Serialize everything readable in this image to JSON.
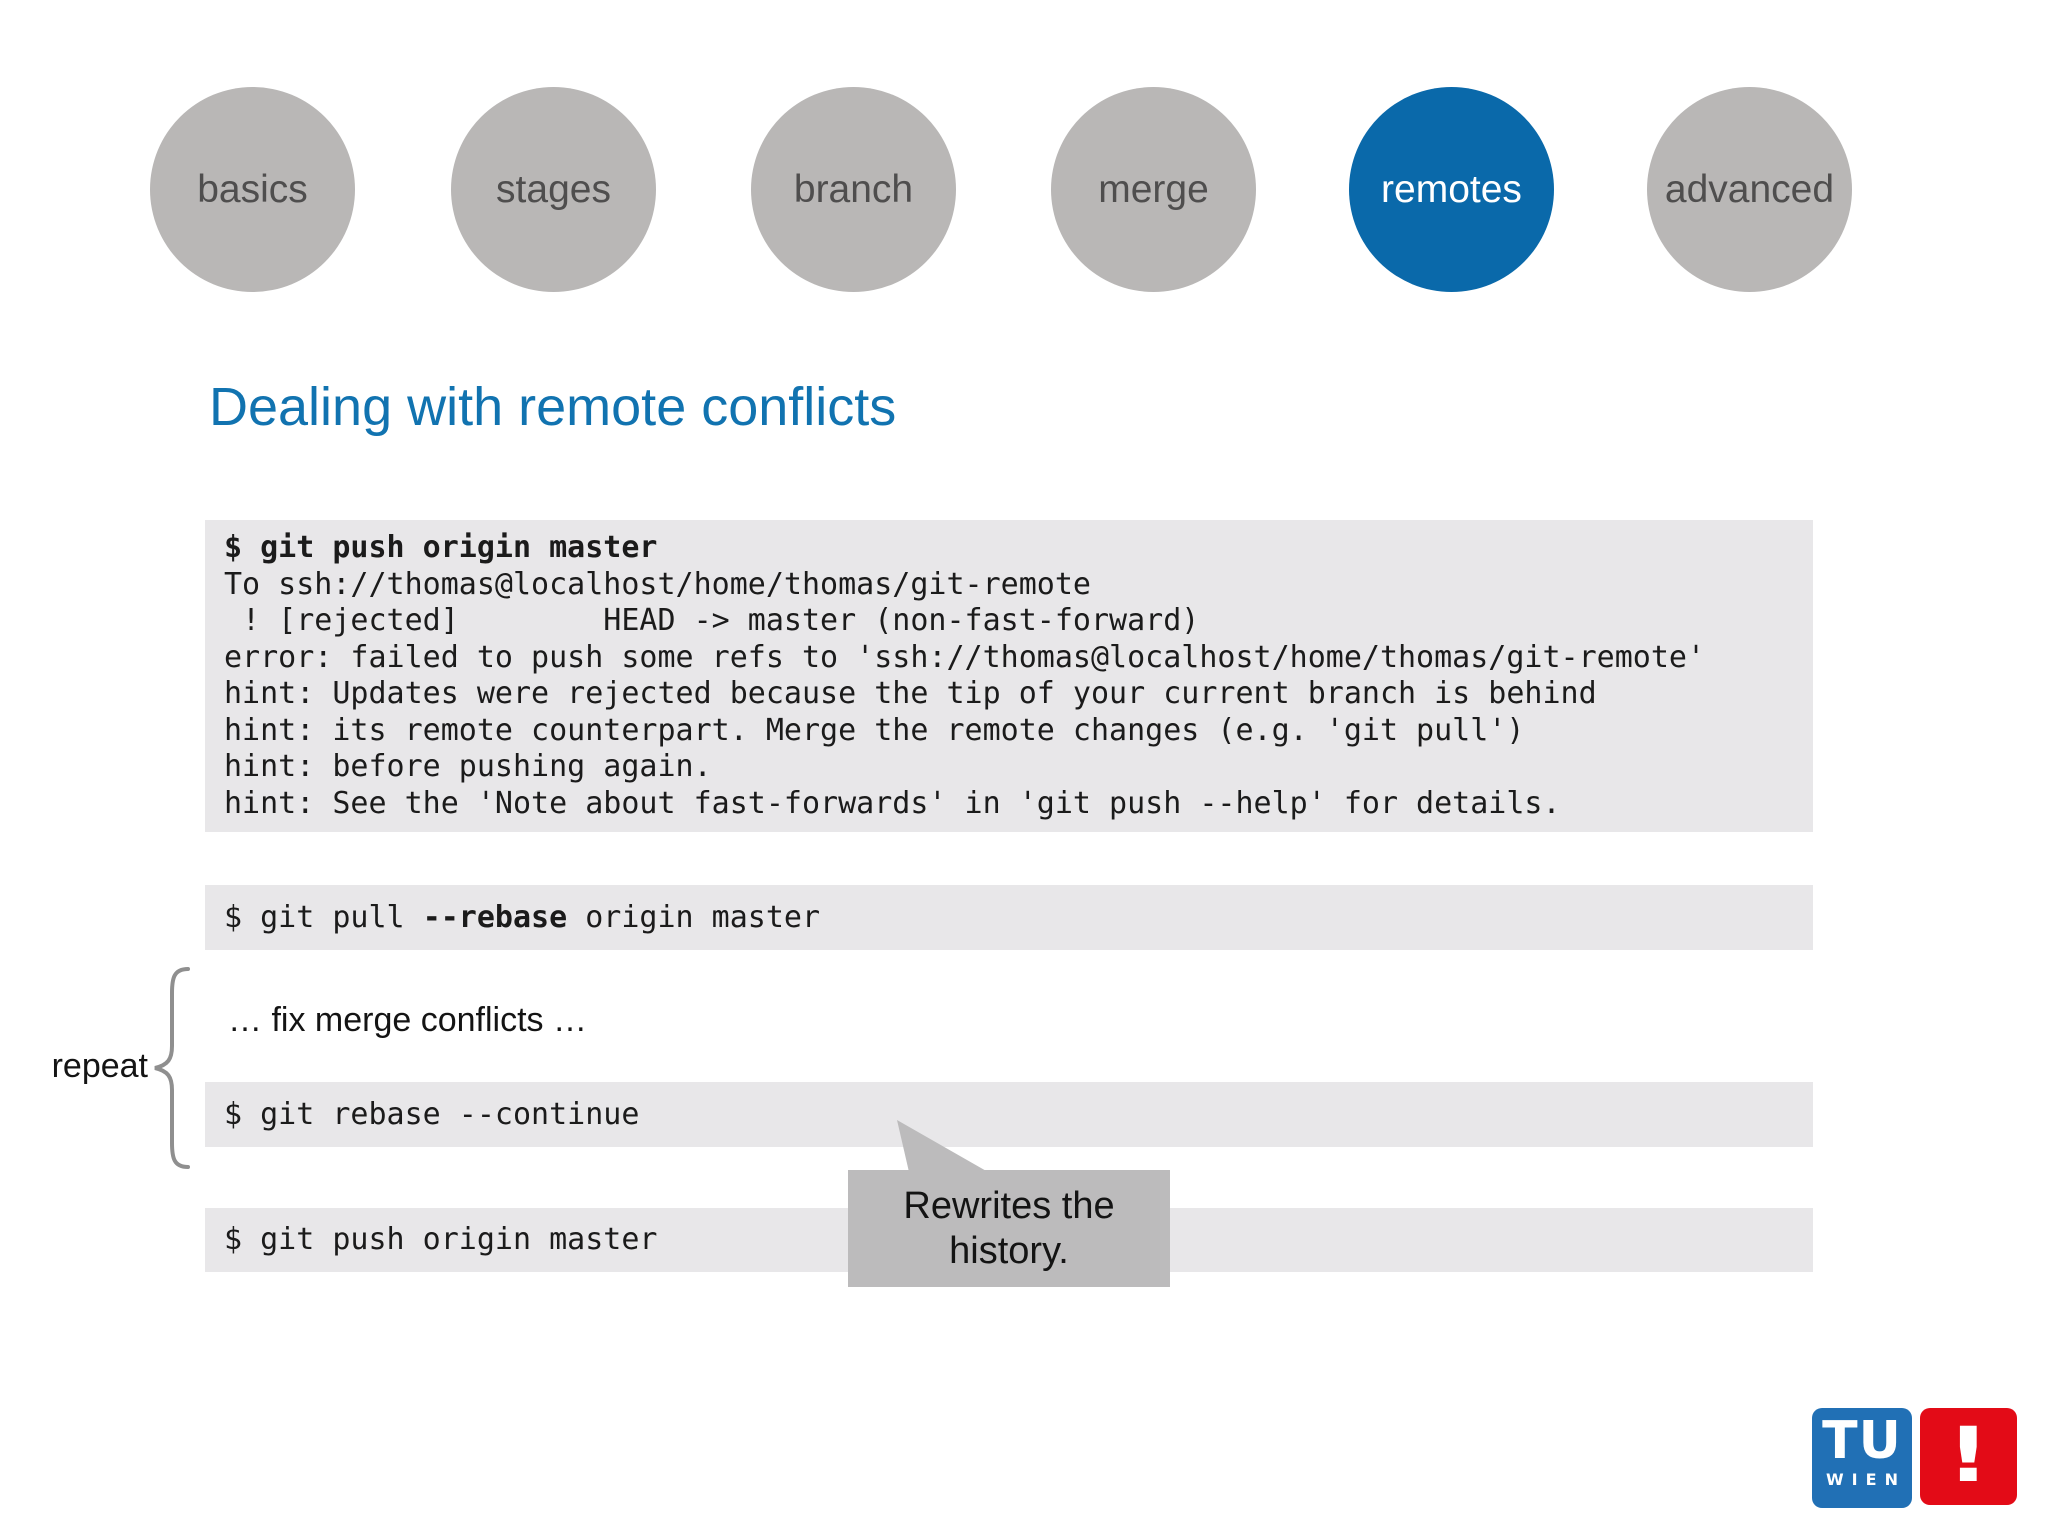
{
  "nav": {
    "items": [
      {
        "label": "basics",
        "active": false
      },
      {
        "label": "stages",
        "active": false
      },
      {
        "label": "branch",
        "active": false
      },
      {
        "label": "merge",
        "active": false
      },
      {
        "label": "remotes",
        "active": true
      },
      {
        "label": "advanced",
        "active": false
      }
    ]
  },
  "title": "Dealing with remote conflicts",
  "terminal_output": {
    "lines": [
      "$ git push origin master",
      "To ssh://thomas@localhost/home/thomas/git-remote",
      " ! [rejected]        HEAD -> master (non-fast-forward)",
      "error: failed to push some refs to 'ssh://thomas@localhost/home/thomas/git-remote'",
      "hint: Updates were rejected because the tip of your current branch is behind",
      "hint: its remote counterpart. Merge the remote changes (e.g. 'git pull')",
      "hint: before pushing again.",
      "hint: See the 'Note about fast-forwards' in 'git push --help' for details."
    ]
  },
  "pull_command": {
    "prefix": "$ git pull ",
    "bold": "--rebase",
    "suffix": " origin master"
  },
  "fix_note": "… fix merge conflicts …",
  "repeat_label": "repeat",
  "rebase_continue_command": "$ git rebase --continue",
  "push_command": "$ git push origin master",
  "callout": {
    "line1": "Rewrites the",
    "line2": "history."
  },
  "logos": {
    "tu_top": "TU",
    "tu_bottom": "WIEN",
    "info_mark": "!"
  },
  "colors": {
    "active_circle_blue": "#0a69aa",
    "title_blue": "#1173b0",
    "circle_gray": "#b9b7b6",
    "code_background": "#e8e7e9",
    "callout_gray": "#bcbbbc",
    "tu_logo_blue": "#2170b5",
    "informatics_logo_red": "#e30b17"
  }
}
